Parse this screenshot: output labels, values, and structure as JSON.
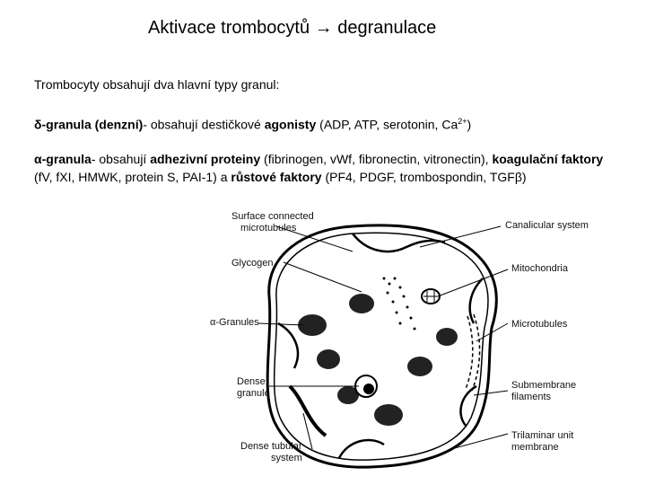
{
  "title": {
    "left": "Aktivace trombocytů",
    "arrow": "→",
    "right": "degranulace"
  },
  "intro": "Trombocyty obsahují dva hlavní typy granul:",
  "delta": {
    "symbol": "δ",
    "name": "-granula (denzní)",
    "text1": "- obsahují destičkové ",
    "bold1": "agonisty",
    "text2": " (ADP, ATP, serotonin, Ca",
    "sup": "2+",
    "text3": ")"
  },
  "alpha": {
    "symbol": "α",
    "name": "-granula",
    "text1": "- obsahují ",
    "bold1": "adhezivní proteiny",
    "text2": " (fibrinogen, vWf, fibronectin, vitronectin), ",
    "bold2": "koagulační faktory",
    "text3": " (fV, fXI, HMWK, protein S, PAI-1) a ",
    "bold3": "růstové faktory",
    "text4": " (PF4, PDGF, trombospondin, TGF",
    "beta": "β",
    "text5": ")"
  },
  "figure": {
    "labels": {
      "surface_microtubules_1": "Surface connected",
      "surface_microtubules_2": "microtubules",
      "glycogen": "Glycogen",
      "alpha_granules": "α-Granules",
      "dense_granule_1": "Dense",
      "dense_granule_2": "granule",
      "dense_tubular_1": "Dense tubular",
      "dense_tubular_2": "system",
      "canalicular": "Canalicular system",
      "mitochondria": "Mitochondria",
      "microtubules": "Microtubules",
      "submembrane_1": "Submembrane",
      "submembrane_2": "filaments",
      "trilaminar_1": "Trilaminar unit",
      "trilaminar_2": "membrane"
    }
  }
}
